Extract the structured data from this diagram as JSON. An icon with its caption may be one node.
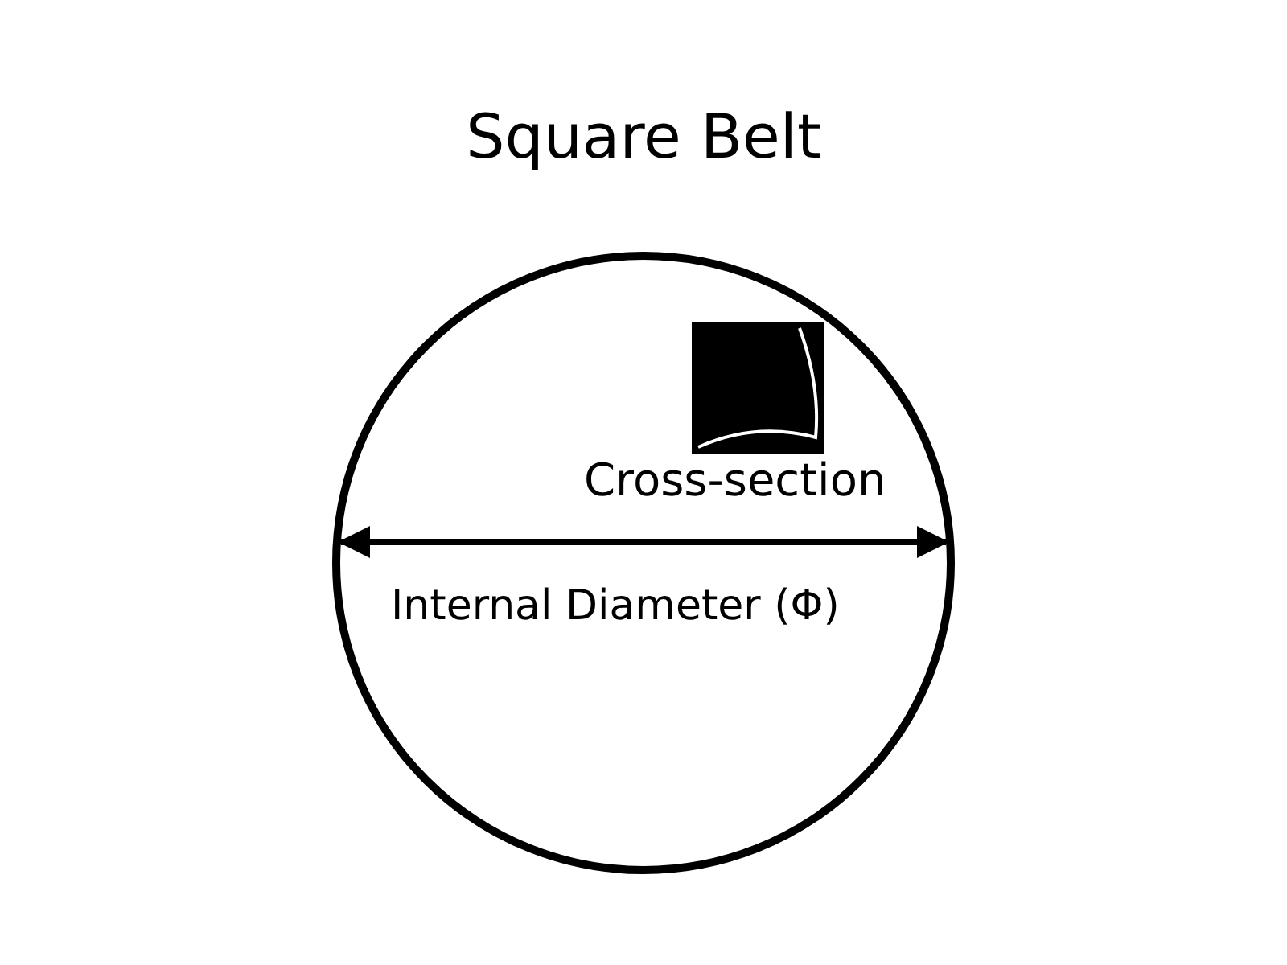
{
  "diagram": {
    "title": "Square Belt",
    "labels": [
      "Cross-section",
      "Internal Diameter (Φ)"
    ]
  }
}
